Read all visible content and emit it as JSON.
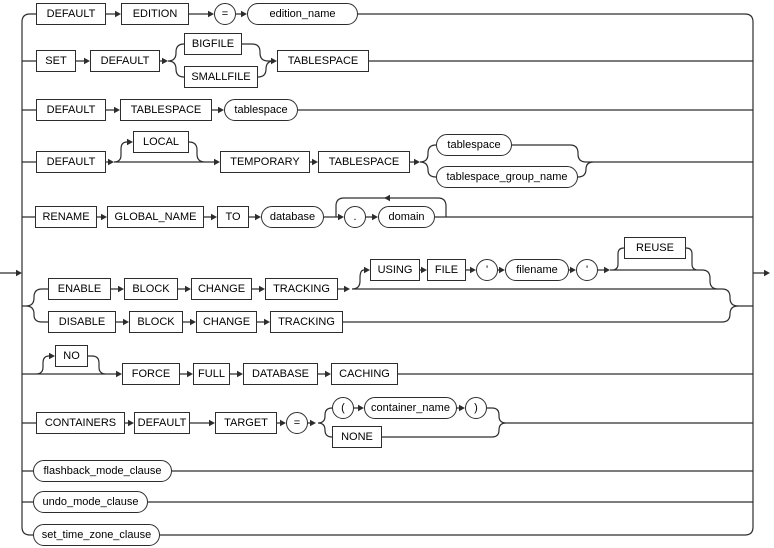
{
  "colors": {
    "line": "#2d2d2d",
    "background": "#ffffff",
    "box_fill": "#ffffff",
    "text": "#000000"
  },
  "rows": {
    "r1": {
      "default": "DEFAULT",
      "edition": "EDITION",
      "equals": "=",
      "edition_name": "edition_name"
    },
    "r2": {
      "set": "SET",
      "default": "DEFAULT",
      "bigfile": "BIGFILE",
      "smallfile": "SMALLFILE",
      "tablespace": "TABLESPACE"
    },
    "r3": {
      "default": "DEFAULT",
      "tablespace_kw": "TABLESPACE",
      "tablespace_var": "tablespace"
    },
    "r4": {
      "default": "DEFAULT",
      "local": "LOCAL",
      "temporary": "TEMPORARY",
      "tablespace_kw": "TABLESPACE",
      "tablespace_var": "tablespace",
      "tablespace_group_name": "tablespace_group_name"
    },
    "r5": {
      "rename": "RENAME",
      "global_name": "GLOBAL_NAME",
      "to": "TO",
      "database": "database",
      "dot": ".",
      "domain": "domain"
    },
    "r6": {
      "enable": "ENABLE",
      "block": "BLOCK",
      "change": "CHANGE",
      "tracking": "TRACKING",
      "using": "USING",
      "file": "FILE",
      "quote_open": "'",
      "filename": "filename",
      "quote_close": "'",
      "reuse": "REUSE"
    },
    "r7": {
      "disable": "DISABLE",
      "block": "BLOCK",
      "change": "CHANGE",
      "tracking": "TRACKING"
    },
    "r8": {
      "no": "NO",
      "force": "FORCE",
      "full": "FULL",
      "database": "DATABASE",
      "caching": "CACHING"
    },
    "r9": {
      "containers": "CONTAINERS",
      "default": "DEFAULT",
      "target": "TARGET",
      "equals": "=",
      "paren_open": "(",
      "container_name": "container_name",
      "paren_close": ")",
      "none": "NONE"
    },
    "r10": {
      "flashback_mode_clause": "flashback_mode_clause"
    },
    "r11": {
      "undo_mode_clause": "undo_mode_clause"
    },
    "r12": {
      "set_time_zone_clause": "set_time_zone_clause"
    }
  }
}
